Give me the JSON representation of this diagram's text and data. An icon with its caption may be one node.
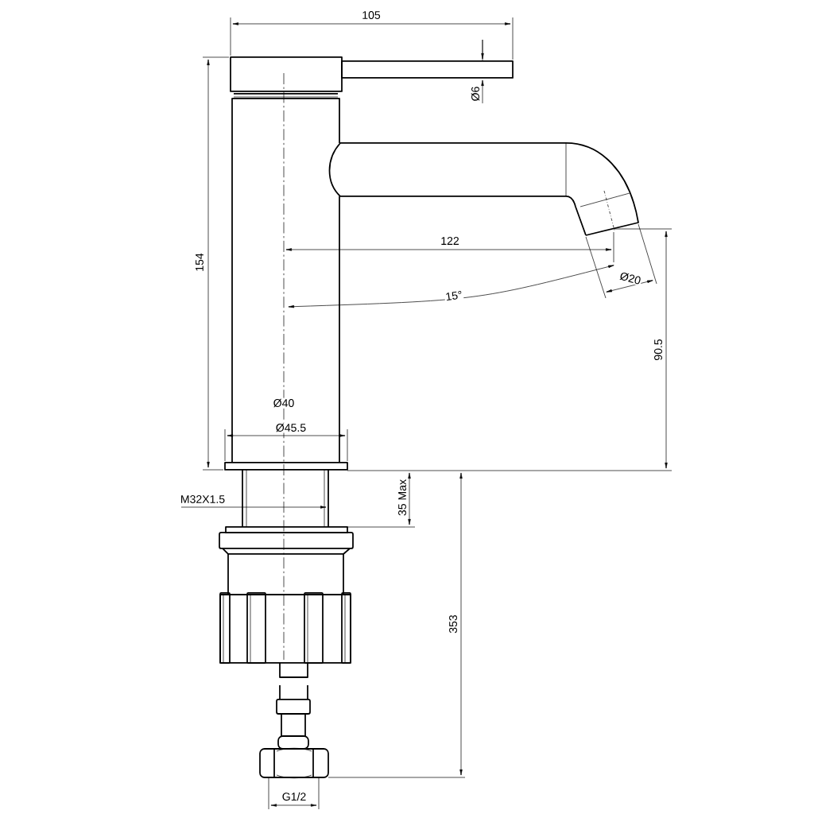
{
  "diagram": {
    "labels": [
      "105",
      "Ø6",
      "154",
      "122",
      "Ø20",
      "15°",
      "90.5",
      "Ø40",
      "Ø45.5",
      "M32X1.5",
      "35 Max",
      "353",
      "G1/2"
    ]
  }
}
